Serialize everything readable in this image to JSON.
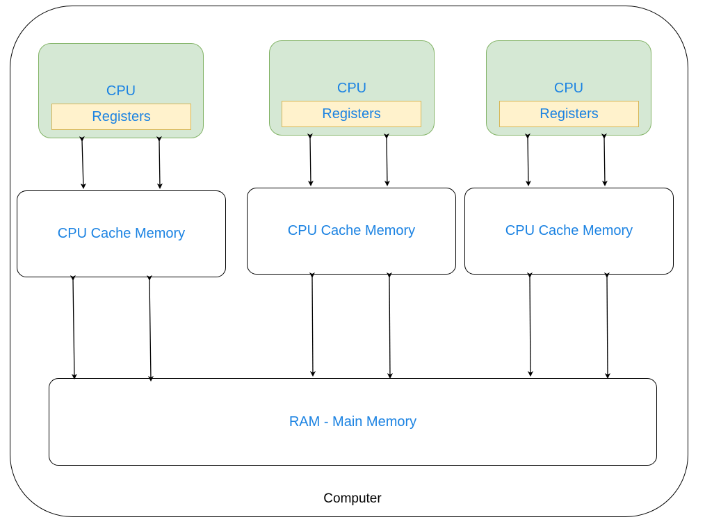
{
  "computer": {
    "label": "Computer"
  },
  "cpus": [
    {
      "label": "CPU",
      "registers": "Registers"
    },
    {
      "label": "CPU",
      "registers": "Registers"
    },
    {
      "label": "CPU",
      "registers": "Registers"
    }
  ],
  "caches": [
    {
      "label": "CPU Cache Memory"
    },
    {
      "label": "CPU Cache Memory"
    },
    {
      "label": "CPU Cache Memory"
    }
  ],
  "ram": {
    "label": "RAM - Main Memory"
  },
  "colors": {
    "text_accent": "#1a82e2",
    "cpu_fill": "#d5e8d4",
    "cpu_stroke": "#82b366",
    "register_fill": "#fff2cc",
    "register_stroke": "#d6b656"
  }
}
